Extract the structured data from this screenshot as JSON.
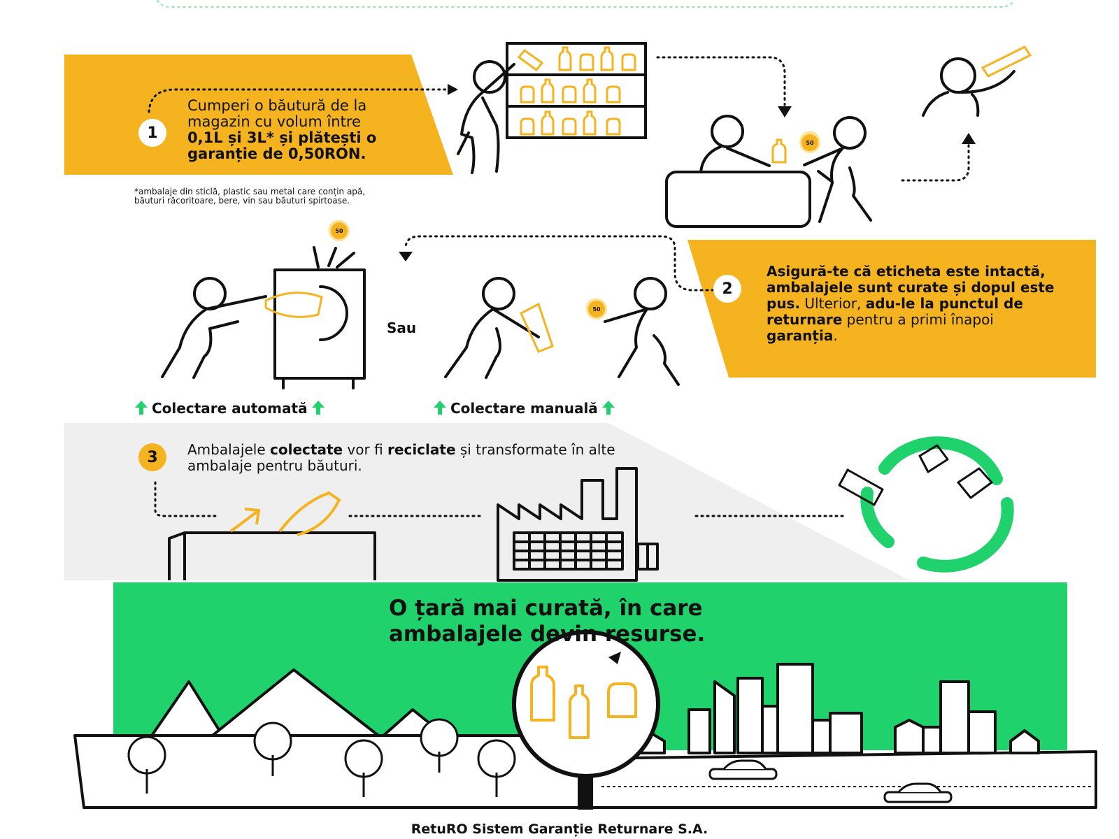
{
  "step1": {
    "number": "1",
    "line1": "Cumperi o băutură de la",
    "line2": "magazin cu volum între",
    "bold1": "0,1L și 3L* și plătești o",
    "bold2": "garanție de 0,50RON.",
    "footnote": "*ambalaje din sticlă, plastic sau metal care conțin apă, băuturi răcoritoare, bere, vin sau băuturi spirtoase."
  },
  "step2": {
    "number": "2",
    "bold1": "Asigură-te că eticheta este intactă, ambalajele sunt curate și dopul este pus.",
    "t1": "Ulterior, ",
    "bold2": "adu-le la punctul de returnare",
    "t2": " pentru a primi înapoi ",
    "bold3": "garanția",
    "t3": "."
  },
  "collection": {
    "or": "Sau",
    "auto": "Colectare automată",
    "manual": "Colectare manuală",
    "coin": "50"
  },
  "step3": {
    "number": "3",
    "t1": "Ambalajele ",
    "bold1": "colectate",
    "t2": " vor fi ",
    "bold2": "reciclate",
    "t3": " și transformate în alte ambalaje pentru băuturi."
  },
  "tagline": {
    "line1": "O țară mai curată, în care",
    "line2": "ambalajele devin resurse."
  },
  "brand": "RetuRO Sistem Garanție Returnare S.A.",
  "colors": {
    "yellow": "#f5b320",
    "green": "#1fd26b",
    "grey": "#efefef",
    "ink": "#111111"
  }
}
